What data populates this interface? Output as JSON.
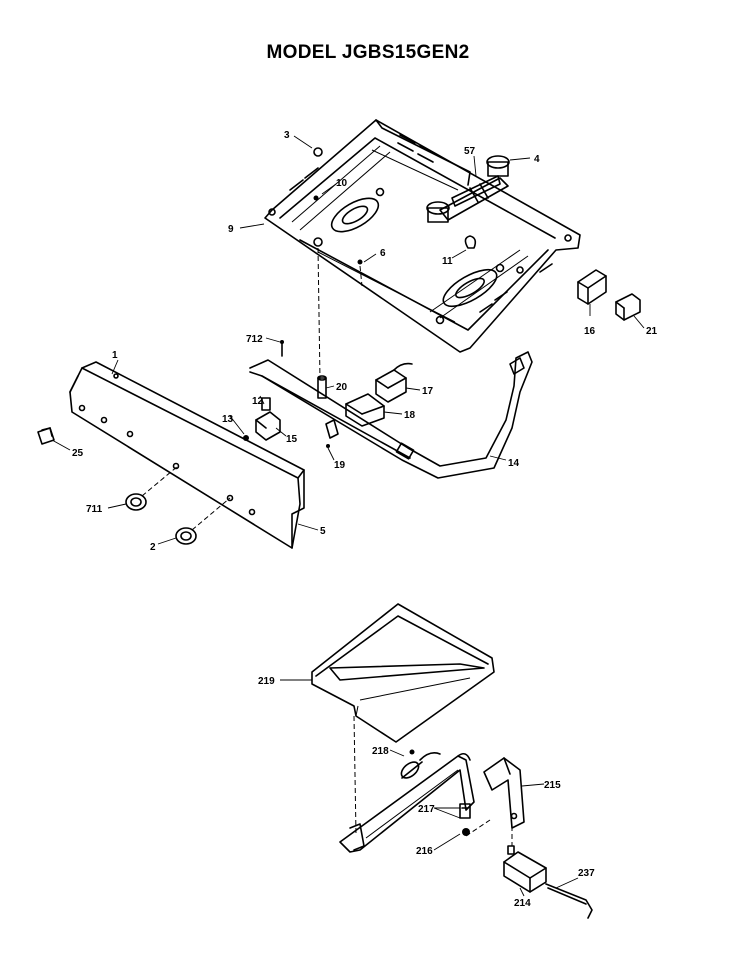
{
  "title": "MODEL JGBS15GEN2",
  "callouts": [
    {
      "name": "callout-3",
      "text": "3"
    },
    {
      "name": "callout-57",
      "text": "57"
    },
    {
      "name": "callout-4",
      "text": "4"
    },
    {
      "name": "callout-10",
      "text": "10"
    },
    {
      "name": "callout-9",
      "text": "9"
    },
    {
      "name": "callout-6",
      "text": "6"
    },
    {
      "name": "callout-11",
      "text": "11"
    },
    {
      "name": "callout-16",
      "text": "16"
    },
    {
      "name": "callout-21",
      "text": "21"
    },
    {
      "name": "callout-712",
      "text": "712"
    },
    {
      "name": "callout-20",
      "text": "20"
    },
    {
      "name": "callout-17",
      "text": "17"
    },
    {
      "name": "callout-18",
      "text": "18"
    },
    {
      "name": "callout-1",
      "text": "1"
    },
    {
      "name": "callout-12",
      "text": "12"
    },
    {
      "name": "callout-13",
      "text": "13"
    },
    {
      "name": "callout-15",
      "text": "15"
    },
    {
      "name": "callout-19",
      "text": "19"
    },
    {
      "name": "callout-14",
      "text": "14"
    },
    {
      "name": "callout-25",
      "text": "25"
    },
    {
      "name": "callout-711",
      "text": "711"
    },
    {
      "name": "callout-5",
      "text": "5"
    },
    {
      "name": "callout-2",
      "text": "2"
    },
    {
      "name": "callout-219",
      "text": "219"
    },
    {
      "name": "callout-218",
      "text": "218"
    },
    {
      "name": "callout-215",
      "text": "215"
    },
    {
      "name": "callout-217",
      "text": "217"
    },
    {
      "name": "callout-216",
      "text": "216"
    },
    {
      "name": "callout-237",
      "text": "237"
    },
    {
      "name": "callout-214",
      "text": "214"
    }
  ]
}
